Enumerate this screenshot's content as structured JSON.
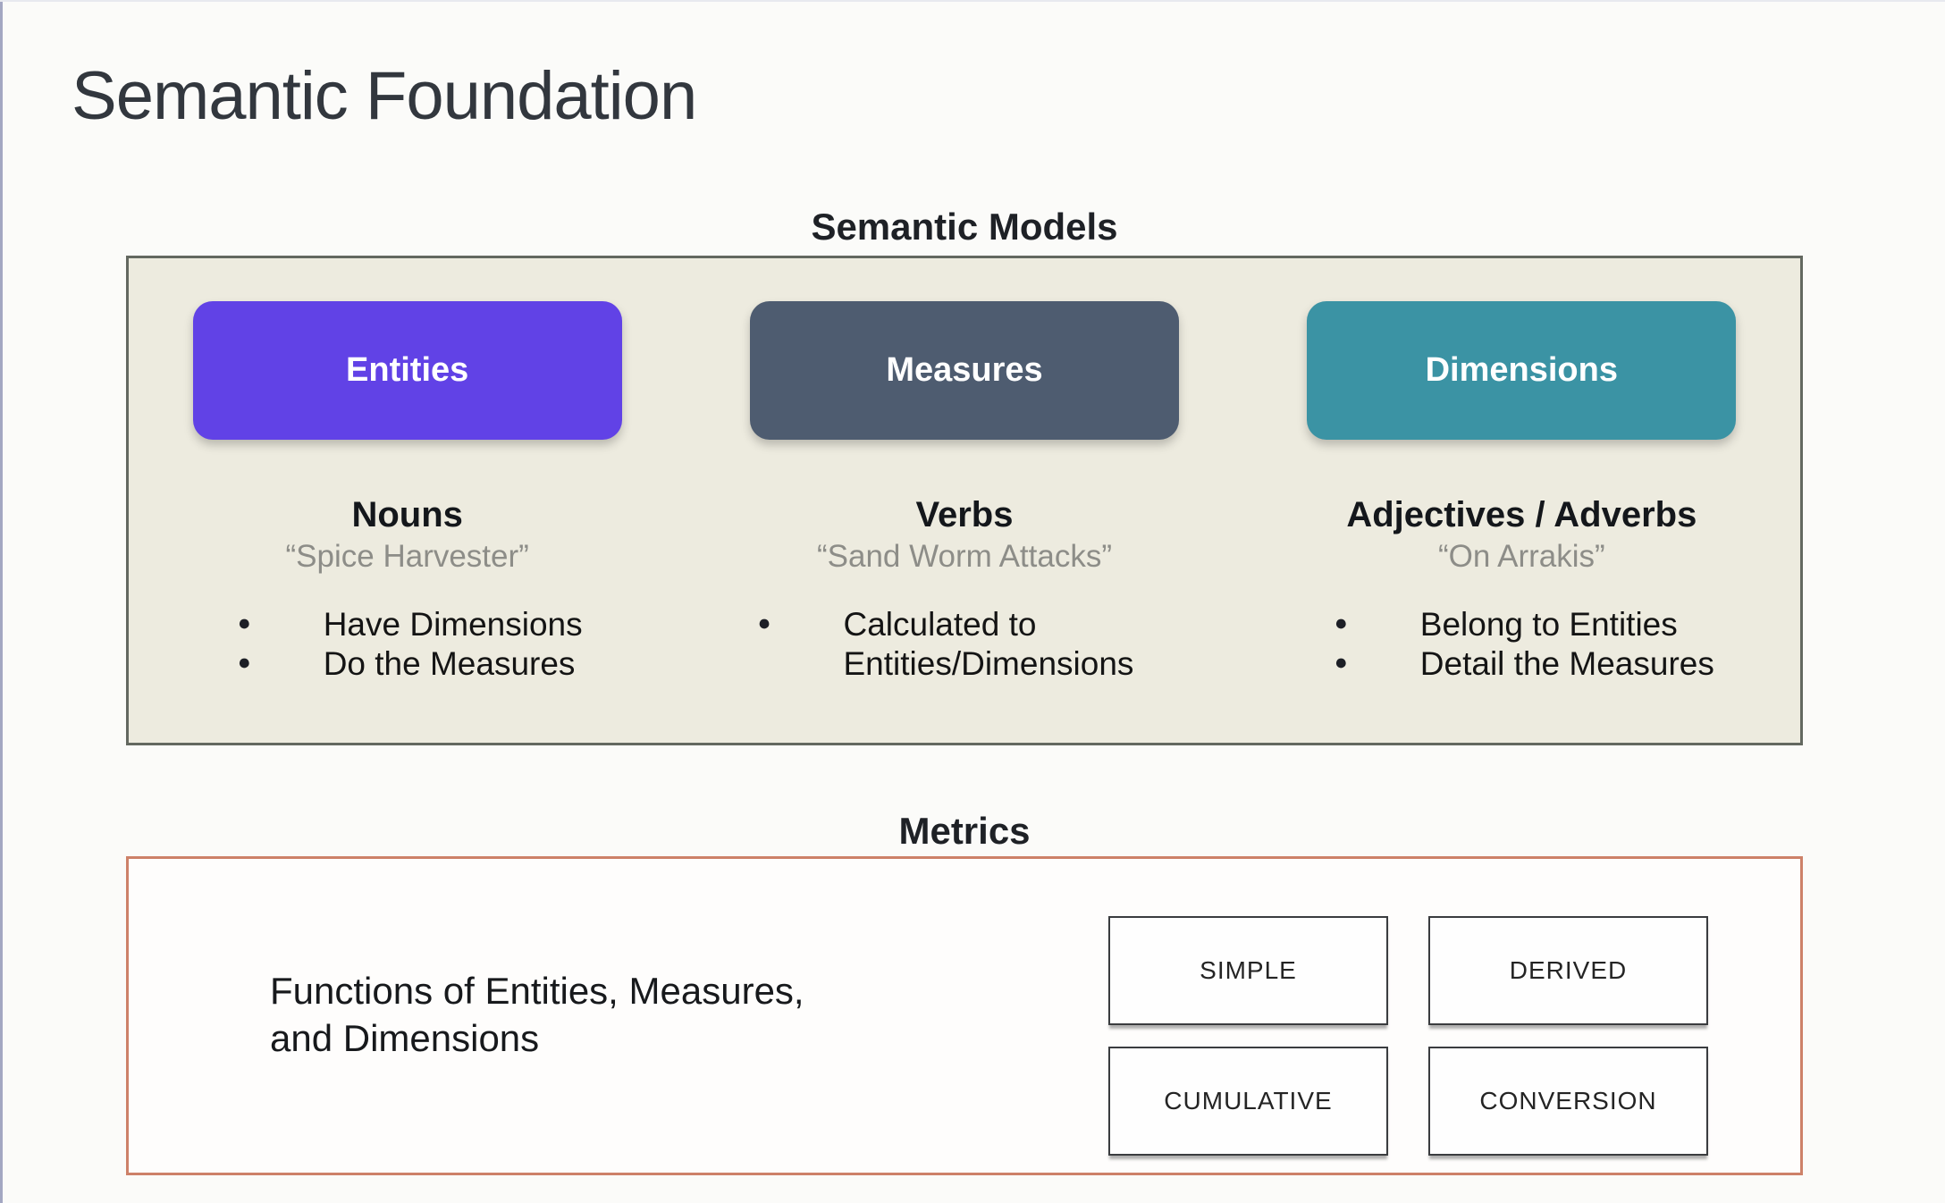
{
  "page": {
    "title": "Semantic Foundation"
  },
  "semantic_models": {
    "heading": "Semantic Models",
    "panel_bg": "#edebdf",
    "columns": [
      {
        "pill": "Entities",
        "pill_color": "#6142e6",
        "word_class": "Nouns",
        "example": "“Spice Harvester”",
        "bullets": [
          "Have Dimensions",
          "Do the Measures"
        ]
      },
      {
        "pill": "Measures",
        "pill_color": "#4e5c70",
        "word_class": "Verbs",
        "example": "“Sand Worm Attacks”",
        "bullets": [
          "Calculated to Entities/Dimensions"
        ]
      },
      {
        "pill": "Dimensions",
        "pill_color": "#3b93a4",
        "word_class": "Adjectives / Adverbs",
        "example": "“On Arrakis”",
        "bullets": [
          "Belong to Entities",
          "Detail the Measures"
        ]
      }
    ]
  },
  "metrics": {
    "heading": "Metrics",
    "border_color": "#cd8169",
    "description": "Functions of Entities, Measures,\nand Dimensions",
    "types": [
      "SIMPLE",
      "DERIVED",
      "CUMULATIVE",
      "CONVERSION"
    ]
  }
}
